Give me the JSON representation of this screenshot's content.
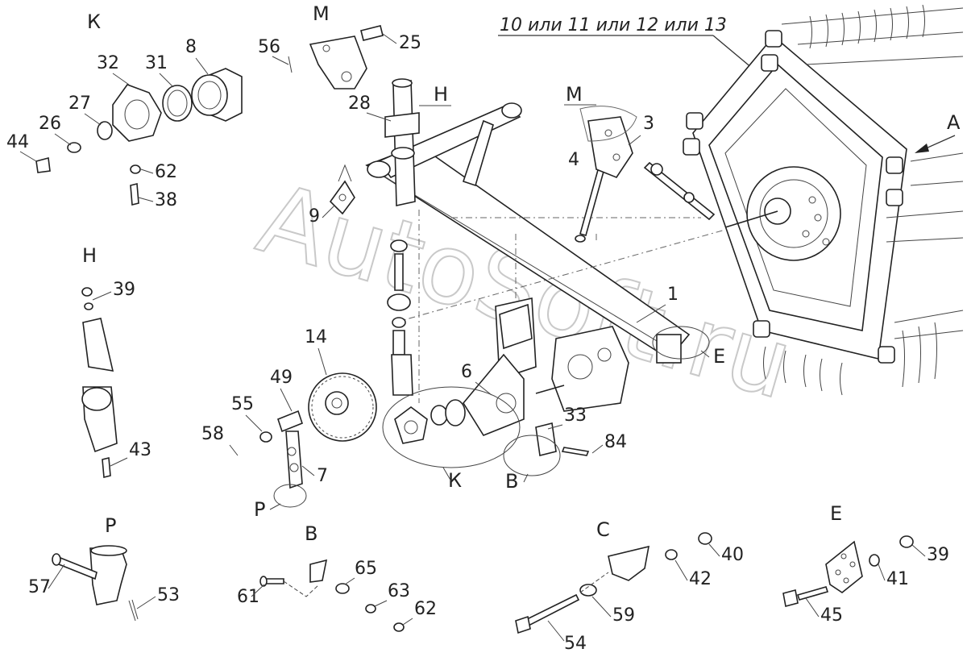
{
  "watermark": {
    "main": "AutoSoft.ru"
  },
  "header_label": "10 или 11 или 12 или 13",
  "sections": {
    "K": "К",
    "M_top": "М",
    "H_top": "Н",
    "M_mid": "М",
    "A": "А",
    "H_left": "Н",
    "E_mid": "Е",
    "K_mid": "К",
    "B_mid": "В",
    "P_mid": "Р",
    "P_bottom": "Р",
    "B_bottom": "В",
    "C_bottom": "С",
    "E_bottom": "Е"
  },
  "labels": {
    "l44": "44",
    "l26": "26",
    "l27": "27",
    "l32": "32",
    "l31": "31",
    "l8": "8",
    "l62a": "62",
    "l38": "38",
    "l56": "56",
    "l25": "25",
    "l28": "28",
    "l9": "9",
    "l4": "4",
    "l3": "3",
    "l39a": "39",
    "l43": "43",
    "l14": "14",
    "l49": "49",
    "l55": "55",
    "l58": "58",
    "l7": "7",
    "l6": "6",
    "l33": "33",
    "l84": "84",
    "l1": "1",
    "l57": "57",
    "l53": "53",
    "l61": "61",
    "l65": "65",
    "l63": "63",
    "l62b": "62",
    "l40": "40",
    "l42": "42",
    "l54": "54",
    "l59": "59",
    "l39b": "39",
    "l41": "41",
    "l45": "45"
  }
}
